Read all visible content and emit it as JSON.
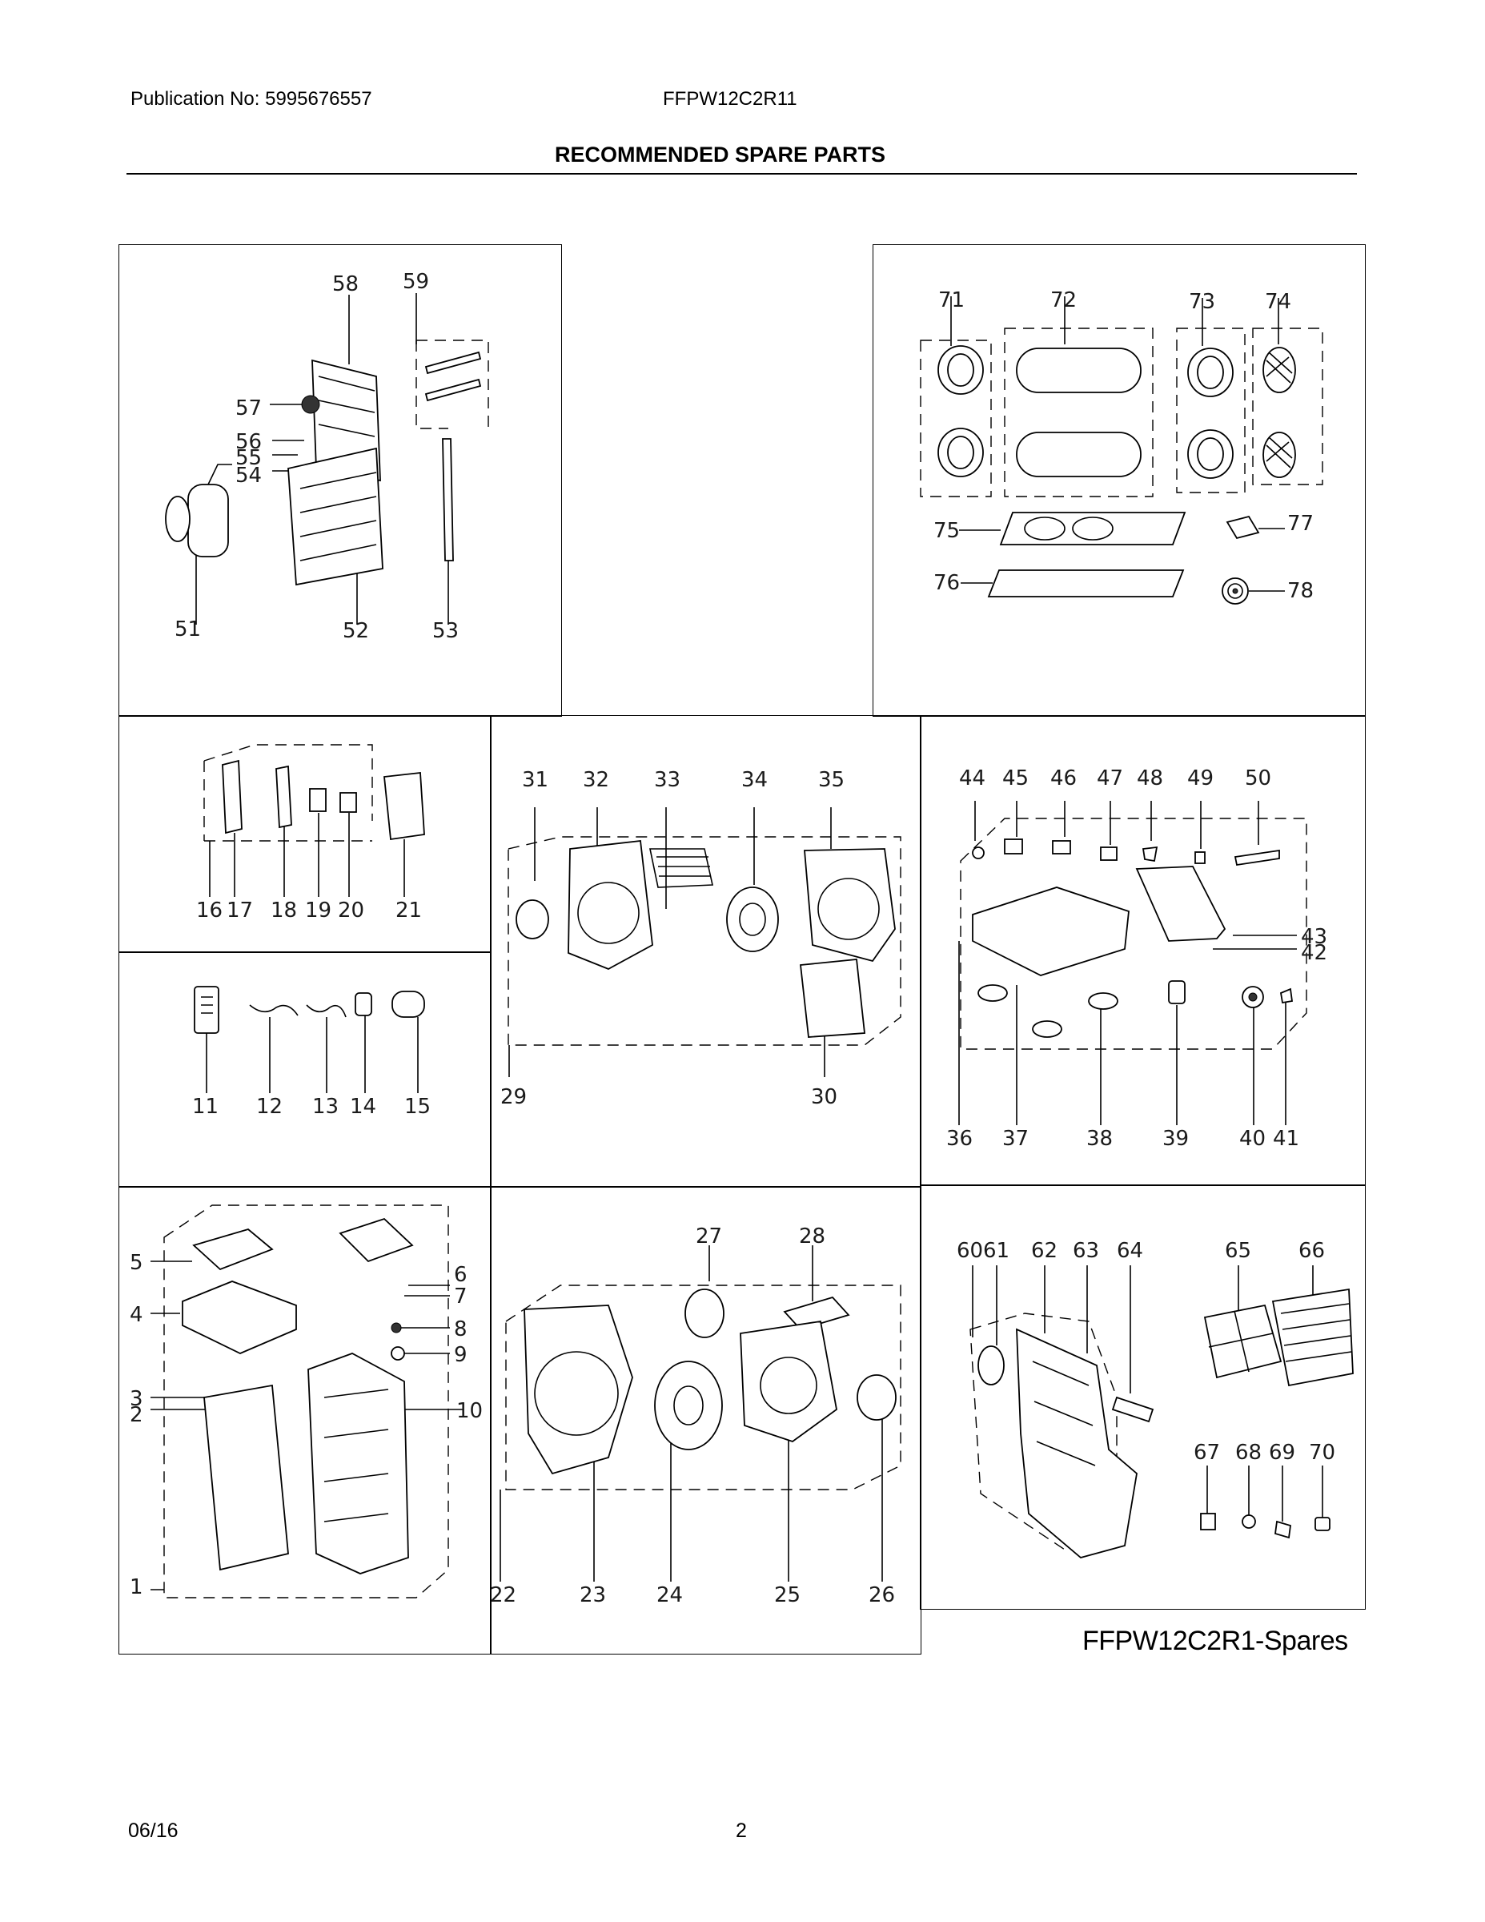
{
  "header": {
    "publication": "Publication No: 5995676557",
    "model": "FFPW12C2R11",
    "title": "RECOMMENDED SPARE PARTS"
  },
  "caption": "FFPW12C2R1-Spares",
  "footer": {
    "date": "06/16",
    "page": "2"
  },
  "panels": [
    {
      "id": "compressor-coils",
      "labels": [
        "58",
        "59",
        "57",
        "56",
        "55",
        "54",
        "51",
        "52",
        "53"
      ]
    },
    {
      "id": "window-kit",
      "labels": [
        "71",
        "72",
        "73",
        "74",
        "75",
        "77",
        "76",
        "78"
      ]
    },
    {
      "id": "control-boards",
      "labels": [
        "16",
        "17",
        "18",
        "19",
        "20",
        "21"
      ]
    },
    {
      "id": "remote-accessories",
      "labels": [
        "11",
        "12",
        "13",
        "14",
        "15"
      ]
    },
    {
      "id": "condenser-fan",
      "labels": [
        "31",
        "32",
        "33",
        "34",
        "35",
        "29",
        "30"
      ]
    },
    {
      "id": "base-pan",
      "labels": [
        "44",
        "45",
        "46",
        "47",
        "48",
        "49",
        "50",
        "43",
        "42",
        "36",
        "37",
        "38",
        "39",
        "40",
        "41"
      ]
    },
    {
      "id": "cabinet",
      "labels": [
        "5",
        "6",
        "7",
        "4",
        "8",
        "9",
        "3",
        "10",
        "2",
        "1"
      ]
    },
    {
      "id": "evaporator-fan",
      "labels": [
        "27",
        "28",
        "22",
        "23",
        "24",
        "25",
        "26"
      ]
    },
    {
      "id": "rear-panel",
      "labels": [
        "60",
        "61",
        "62",
        "63",
        "64",
        "65",
        "66",
        "67",
        "68",
        "69",
        "70"
      ]
    }
  ]
}
